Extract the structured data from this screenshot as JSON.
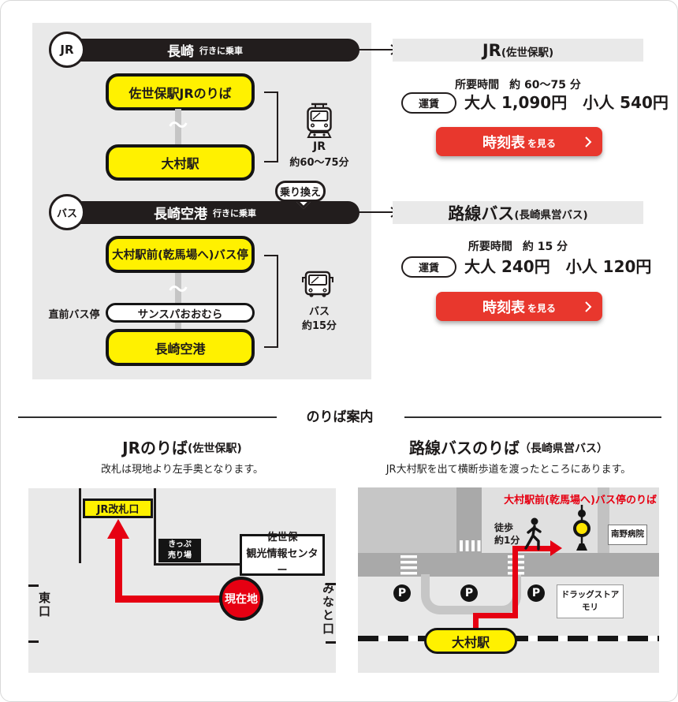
{
  "colors": {
    "accent_red": "#e8372d",
    "map_red": "#e60012",
    "yellow": "#fff100",
    "ink": "#221d1d",
    "panel_gray": "#e9e9e9"
  },
  "flow": {
    "wave": "〜",
    "jr_badge": "JR",
    "bus_badge": "バス",
    "banner_jr": {
      "dest": "長崎",
      "note": "行きに乗車"
    },
    "banner_bus": {
      "dest": "長崎空港",
      "note": "行きに乗車"
    },
    "jr_from": "佐世保駅JRのりば",
    "jr_to": "大村駅",
    "jr_mode_label": "JR",
    "jr_time": "約60〜75分",
    "transfer_label": "乗り換え",
    "bus_from": "大村駅前(乾馬場へ)バス停",
    "prev_stop_label": "直前バス停",
    "prev_stop": "サンスパおおむら",
    "bus_to": "長崎空港",
    "bus_mode_label": "バス",
    "bus_time": "約15分"
  },
  "jr_section": {
    "title": "JR",
    "title_sub": "(佐世保駅)",
    "duration_label": "所要時間",
    "duration_value": "約 60〜75 分",
    "fare_label": "運賃",
    "fare_value": "大人 1,090円　小人 540円",
    "button_main": "時刻表",
    "button_sub": "を見る"
  },
  "bus_section": {
    "title": "路線バス",
    "title_sub": "(長崎県営バス)",
    "duration_label": "所要時間",
    "duration_value": "約 15 分",
    "fare_label": "運賃",
    "fare_value": "大人 240円　小人 120円",
    "button_main": "時刻表",
    "button_sub": "を見る"
  },
  "guide": {
    "heading": "のりば案内",
    "jr_map": {
      "title": "JRのりば",
      "title_sub": "(佐世保駅)",
      "note": "改札は現地より左手奥となります。",
      "gate": "JR改札口",
      "ticket_line1": "きっぷ",
      "ticket_line2": "売り場",
      "center_line1": "佐世保",
      "center_line2": "観光情報センター",
      "current": "現在地",
      "exit_east": "東口",
      "exit_minato": "みなと口"
    },
    "bus_map": {
      "title": "路線バスのりば",
      "title_sub": "（長崎県営バス）",
      "note": "JR大村駅を出て横断歩道を渡ったところにあります。",
      "stop_label": "大村駅前(乾馬場へ)バス停のりば",
      "walk_line1": "徒歩",
      "walk_line2": "約1分",
      "hospital": "南野病院",
      "parking": "P",
      "drug_line1": "ドラッグストア",
      "drug_line2": "モリ",
      "station": "大村駅"
    }
  }
}
